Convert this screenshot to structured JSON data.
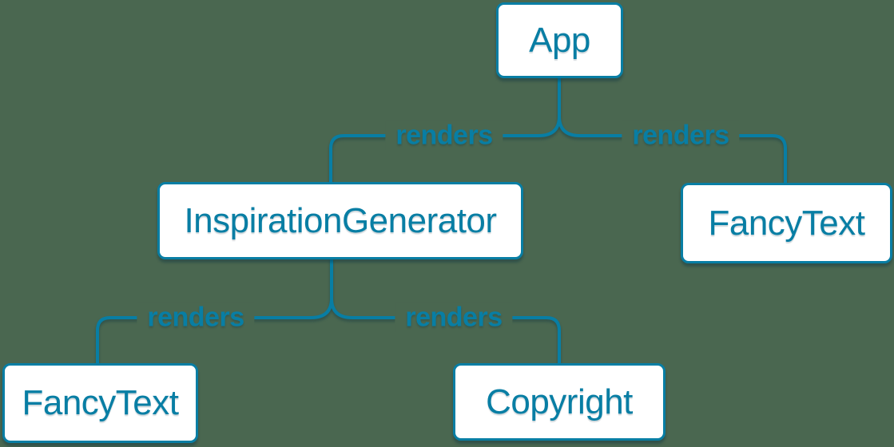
{
  "colors": {
    "background": "#4a6750",
    "accent": "#087ea4",
    "node_fill": "#ffffff",
    "shadow": "rgba(3,44,64,0.35)"
  },
  "diagram": {
    "type": "component-render-tree",
    "root": "App",
    "nodes": [
      {
        "id": "app",
        "label": "App"
      },
      {
        "id": "inspiration-generator",
        "label": "InspirationGenerator"
      },
      {
        "id": "fancy-text-top",
        "label": "FancyText"
      },
      {
        "id": "fancy-text-bottom",
        "label": "FancyText"
      },
      {
        "id": "copyright",
        "label": "Copyright"
      }
    ],
    "edges": [
      {
        "from": "App",
        "to": "InspirationGenerator",
        "label": "renders"
      },
      {
        "from": "App",
        "to": "FancyText",
        "label": "renders"
      },
      {
        "from": "InspirationGenerator",
        "to": "FancyText",
        "label": "renders"
      },
      {
        "from": "InspirationGenerator",
        "to": "Copyright",
        "label": "renders"
      }
    ]
  }
}
